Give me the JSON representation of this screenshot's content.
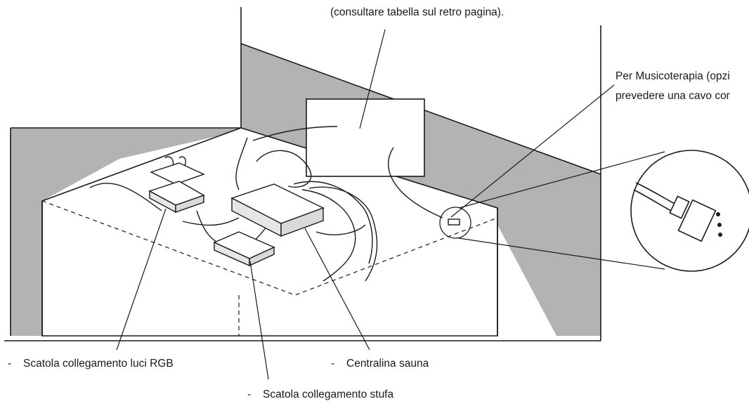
{
  "labels": {
    "top_line2": "(consultare tabella sul retro pagina).",
    "music_line1": "Per Musicoterapia (opzi",
    "music_line2": "prevedere una cavo cor",
    "rgb_box": "Scatola collegamento luci RGB",
    "heater_box": "Scatola collegamento stufa",
    "control_unit": "Centralina sauna",
    "bullet": "-"
  },
  "colors": {
    "wall_fill": "#b3b3b3",
    "line": "#1a1a1a",
    "background": "#ffffff"
  }
}
